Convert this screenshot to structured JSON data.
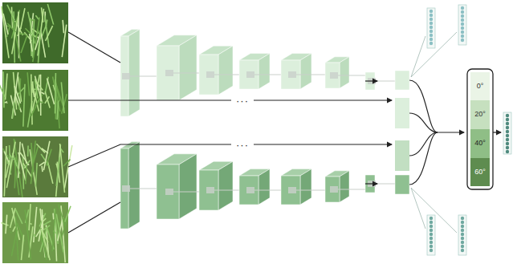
{
  "diagram": {
    "nodes": [
      {
        "text": [
          "0°"
        ]
      },
      {
        "text": [
          "20°"
        ]
      },
      {
        "text": [
          "40°"
        ]
      },
      {
        "text": [
          "60°"
        ]
      }
    ],
    "labels": [
      "···",
      "···"
    ]
  }
}
